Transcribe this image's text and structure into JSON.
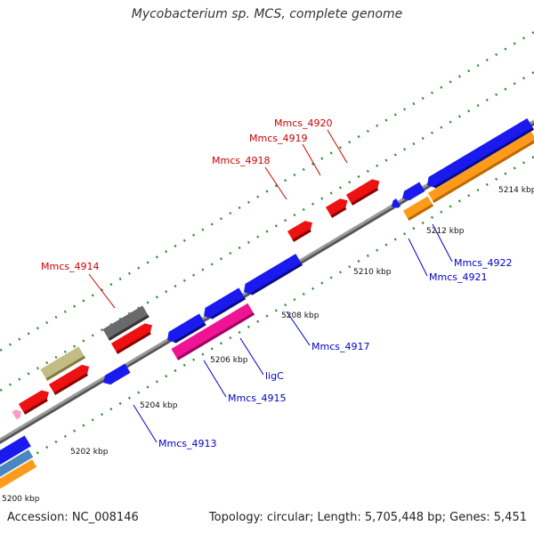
{
  "title": "Mycobacterium sp. MCS, complete genome",
  "footer": {
    "accession": "Accession: NC_008146",
    "summary": "Topology: circular; Length: 5,705,448 bp; Genes: 5,451"
  },
  "colors": {
    "backbone": "#8c8c8c",
    "forward_label": "#cc0000",
    "reverse_label": "#0000cc",
    "tick": "#2e8b2e",
    "red": "#ee1111",
    "blue": "#1a1aee",
    "gray": "#6a6a6a",
    "olive": "#c2bd84",
    "magenta": "#ee1493",
    "orange": "#ff9a1a",
    "steelblue": "#4a86c0",
    "pink": "#ff99cc"
  },
  "ticks": [
    "5200 kbp",
    "5202 kbp",
    "5204 kbp",
    "5206 kbp",
    "5208 kbp",
    "5210 kbp",
    "5212 kbp",
    "5214 kbp"
  ],
  "gene_labels": {
    "forward": [
      "Mmcs_4914",
      "Mmcs_4918",
      "Mmcs_4919",
      "Mmcs_4920"
    ],
    "reverse": [
      "Mmcs_4913",
      "Mmcs_4915",
      "ligC",
      "Mmcs_4917",
      "Mmcs_4921",
      "Mmcs_4922"
    ]
  }
}
